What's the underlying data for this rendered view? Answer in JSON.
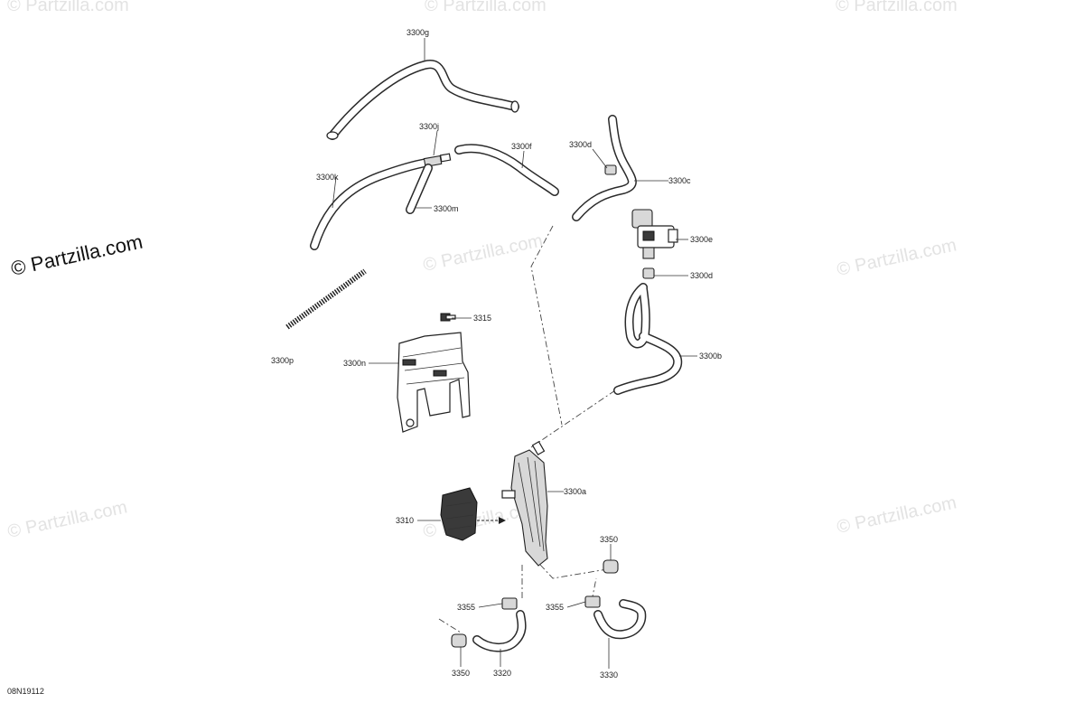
{
  "watermark": {
    "main": "© Partzilla.com",
    "repeat": "© Partzilla.com"
  },
  "diagram_code": "08N19112",
  "callouts": {
    "c3300g": "3300g",
    "c3300j": "3300j",
    "c3300f": "3300f",
    "c3300d_top": "3300d",
    "c3300c": "3300c",
    "c3300k": "3300k",
    "c3300m": "3300m",
    "c3300e": "3300e",
    "c3300d_mid": "3300d",
    "c3315": "3315",
    "c3300p": "3300p",
    "c3300n": "3300n",
    "c3300b": "3300b",
    "c3300a": "3300a",
    "c3310": "3310",
    "c3350_top": "3350",
    "c3355_left": "3355",
    "c3355_right": "3355",
    "c3350_bottom": "3350",
    "c3320": "3320",
    "c3330": "3330"
  }
}
